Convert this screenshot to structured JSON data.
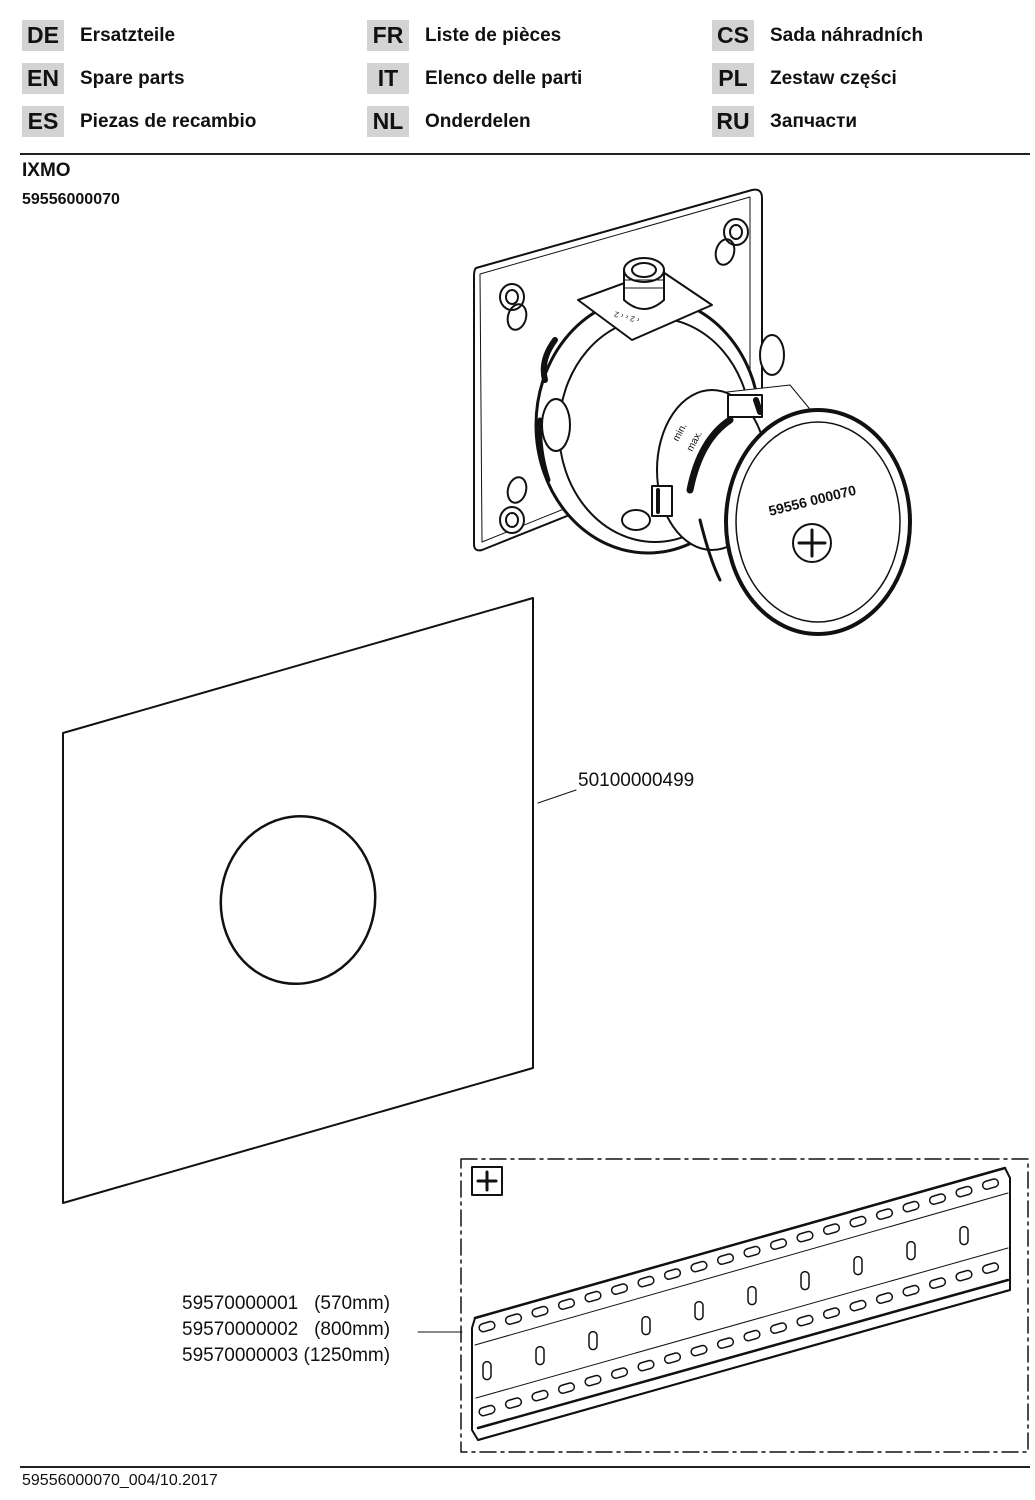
{
  "languages": [
    {
      "code": "DE",
      "name": "Ersatzteile"
    },
    {
      "code": "EN",
      "name": "Spare parts"
    },
    {
      "code": "ES",
      "name": "Piezas de recambio"
    },
    {
      "code": "FR",
      "name": "Liste de pièces"
    },
    {
      "code": "IT",
      "name": "Elenco delle parti"
    },
    {
      "code": "NL",
      "name": "Onderdelen"
    },
    {
      "code": "CS",
      "name": "Sada náhradních"
    },
    {
      "code": "PL",
      "name": "Zestaw części"
    },
    {
      "code": "RU",
      "name": "Запчасти"
    }
  ],
  "product": {
    "name": "IXMO",
    "article": "59556000070"
  },
  "body_label": "59556 000070",
  "scale_labels": {
    "min": "min.",
    "max": "max."
  },
  "parts": {
    "gasket": "50100000499",
    "rails": [
      "59570000001   (570mm)",
      "59570000002   (800mm)",
      "59570000003 (1250mm)"
    ]
  },
  "accessory_icon": "plus-box-icon",
  "footer": "59556000070_004/10.2017",
  "colors": {
    "code_bg": "#d3d3d3",
    "line": "#111111"
  }
}
